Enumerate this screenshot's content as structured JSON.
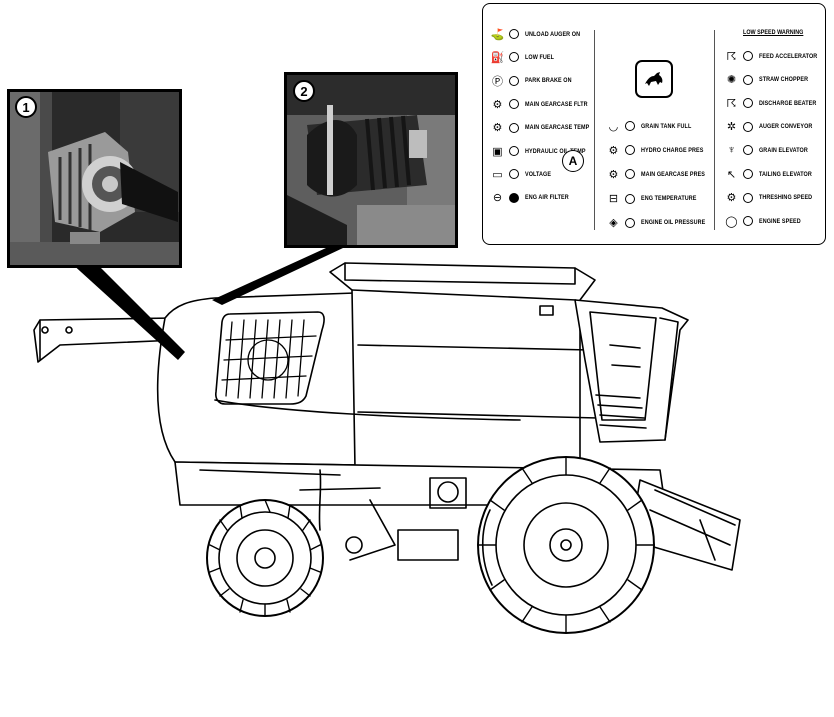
{
  "callouts": {
    "photo1": "1",
    "photo2": "2",
    "indicator": "A"
  },
  "panel": {
    "low_speed_title": "LOW SPEED WARNING",
    "left_column": [
      {
        "label": "UNLOAD AUGER ON",
        "icon": "unload-auger-icon",
        "lit": false
      },
      {
        "label": "LOW FUEL",
        "icon": "fuel-icon",
        "lit": false
      },
      {
        "label": "PARK BRAKE ON",
        "icon": "park-brake-icon",
        "lit": false
      },
      {
        "label": "MAIN GEARCASE FLTR",
        "icon": "gearcase-filter-icon",
        "lit": false
      },
      {
        "label": "MAIN GEARCASE TEMP",
        "icon": "gearcase-temp-icon",
        "lit": false
      },
      {
        "label": "HYDRAULIC OIL TEMP",
        "icon": "hydraulic-oil-icon",
        "lit": false
      },
      {
        "label": "VOLTAGE",
        "icon": "battery-icon",
        "lit": false
      },
      {
        "label": "ENG AIR FILTER",
        "icon": "air-filter-icon",
        "lit": true
      }
    ],
    "middle_column": [
      {
        "label": "GRAIN TANK FULL",
        "icon": "grain-tank-icon"
      },
      {
        "label": "HYDRO CHARGE PRES",
        "icon": "hydro-charge-icon"
      },
      {
        "label": "MAIN GEARCASE PRES",
        "icon": "gearcase-pressure-icon"
      },
      {
        "label": "ENG TEMPERATURE",
        "icon": "engine-temp-icon"
      },
      {
        "label": "ENGINE OIL PRESSURE",
        "icon": "oil-pressure-icon"
      }
    ],
    "right_column": [
      {
        "label": "FEED ACCELERATOR",
        "icon": "feed-accelerator-icon"
      },
      {
        "label": "STRAW CHOPPER",
        "icon": "straw-chopper-icon"
      },
      {
        "label": "DISCHARGE BEATER",
        "icon": "discharge-beater-icon"
      },
      {
        "label": "AUGER CONVEYOR",
        "icon": "auger-conveyor-icon"
      },
      {
        "label": "GRAIN ELEVATOR",
        "icon": "grain-elevator-icon"
      },
      {
        "label": "TAILING ELEVATOR",
        "icon": "tailing-elevator-icon"
      },
      {
        "label": "THRESHING SPEED",
        "icon": "threshing-speed-icon"
      },
      {
        "label": "ENGINE SPEED",
        "icon": "engine-speed-icon"
      }
    ]
  }
}
